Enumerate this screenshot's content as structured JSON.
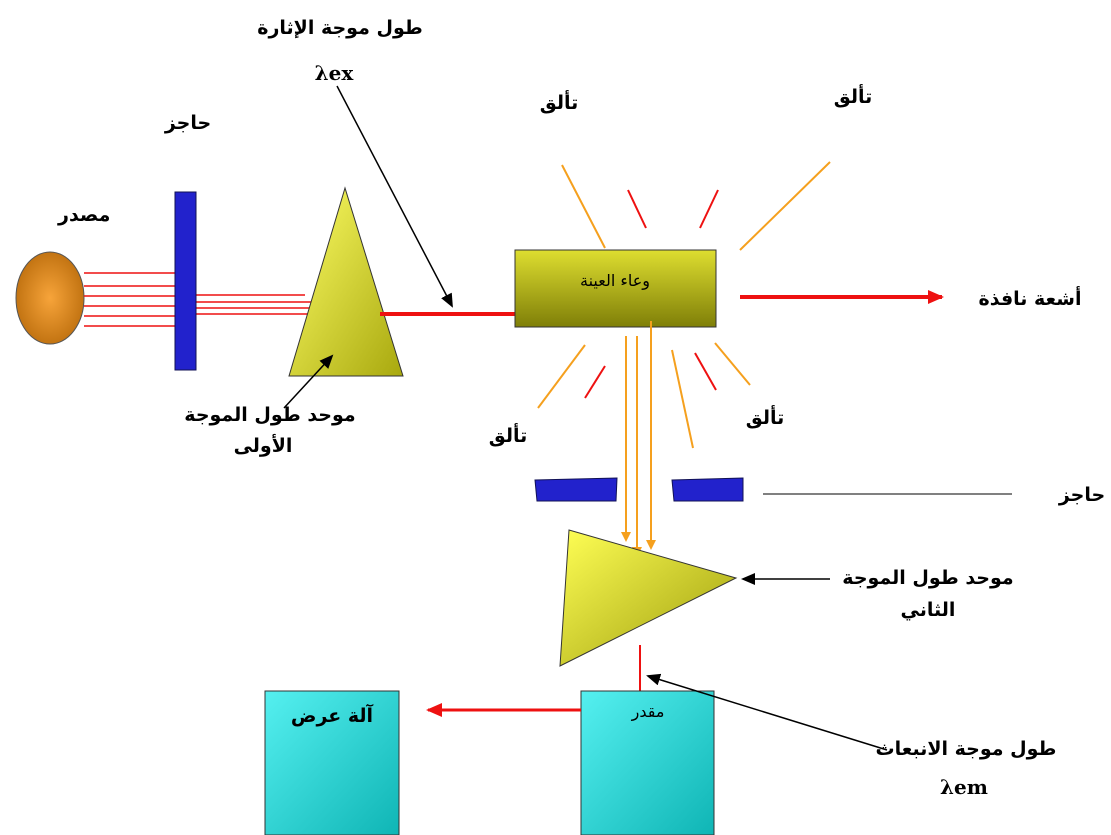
{
  "labels": {
    "source": "مصدر",
    "barrier_top": "حاجز",
    "excitation_wavelength": "طول موجة الإثارة",
    "lambda_ex": "λex",
    "fluorescence_1": "تألق",
    "fluorescence_2": "تألق",
    "fluorescence_3": "تألق",
    "fluorescence_4": "تألق",
    "sample_container": "وعاء العينة",
    "window_rays": "أشعة نافذة",
    "mono1_line1": "موحد طول الموجة",
    "mono1_line2": "الأولى",
    "barrier_right": "حاجز",
    "mono2_line1": "موحد طول الموجة",
    "mono2_line2": "الثاني",
    "emission_wavelength": "طول موجة الانبعاث",
    "lambda_em": "λem",
    "detector": "مقدر",
    "display": "آلة عرض"
  },
  "colors": {
    "source_orange": "#e8850c",
    "barrier_blue": "#2222cc",
    "prism_yellow": "#e6e61a",
    "sample_olive": "#9a9a16",
    "ray_red": "#ee1111",
    "fluor_orange": "#f5a01e",
    "box_cyan": "#19d6d6"
  }
}
